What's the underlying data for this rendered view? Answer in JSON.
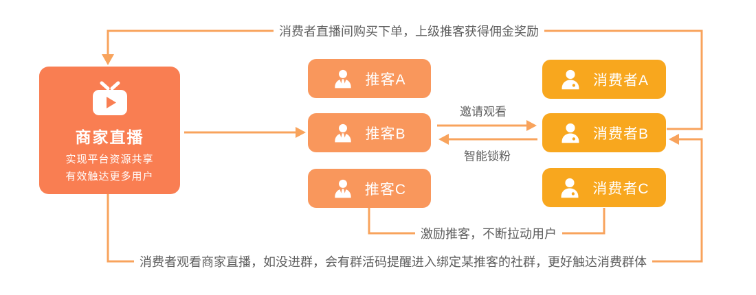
{
  "colors": {
    "merchant_box": "#F97E52",
    "promoter_box": "#F9975C",
    "consumer_box": "#F8A71E",
    "connector_line": "#F8A35C",
    "flow_text": "#5E5E5E"
  },
  "merchant": {
    "title": "商家直播",
    "subtitle_line1": "实现平台资源共享",
    "subtitle_line2": "有效触达更多用户",
    "icon": "live-tv-icon"
  },
  "promoters": [
    {
      "label": "推客A",
      "icon": "user-tie-icon"
    },
    {
      "label": "推客B",
      "icon": "user-tie-icon"
    },
    {
      "label": "推客C",
      "icon": "user-tie-icon"
    }
  ],
  "consumers": [
    {
      "label": "消费者A",
      "icon": "user-icon"
    },
    {
      "label": "消费者B",
      "icon": "user-icon"
    },
    {
      "label": "消费者C",
      "icon": "user-icon"
    }
  ],
  "flow_labels": {
    "top": "消费者直播间购买下单，上级推客获得佣金奖励",
    "invite_watch": "邀请观看",
    "smart_lock_fans": "智能锁粉",
    "incentive": "激励推客，不断拉动用户",
    "bottom": "消费者观看商家直播，如没进群，会有群活码提醒进入绑定某推客的社群，更好触达消费群体"
  }
}
